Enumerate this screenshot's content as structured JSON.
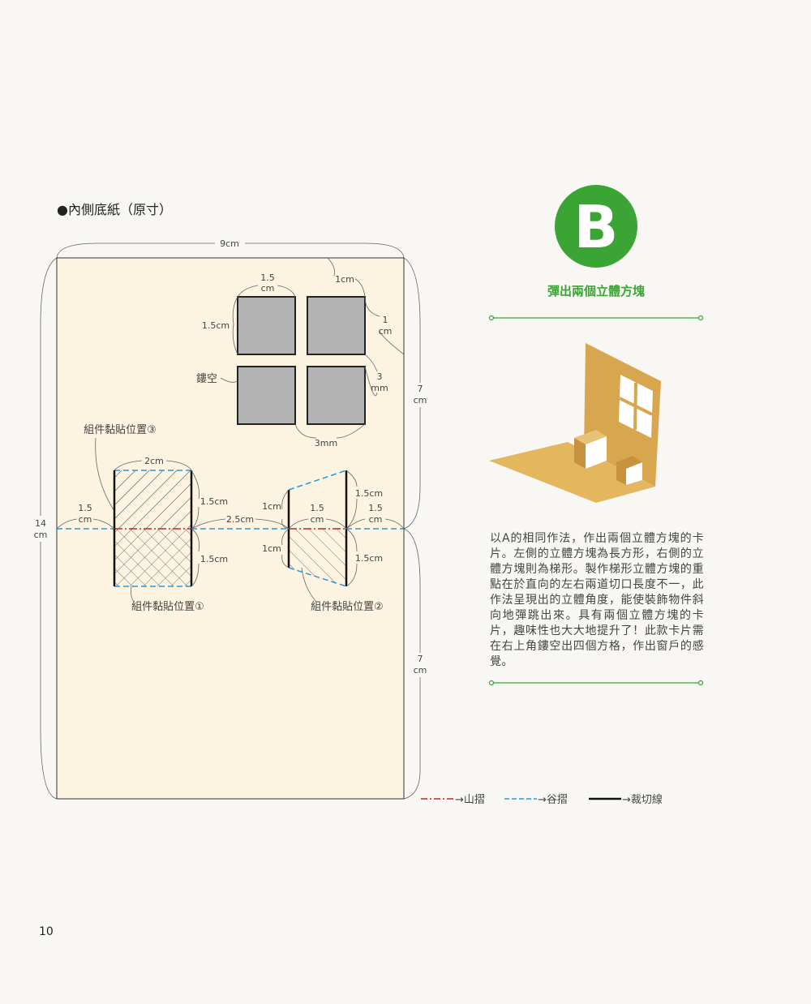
{
  "section_title": "●內側底紙（原寸）",
  "badge": {
    "letter": "B",
    "color": "#3aa535"
  },
  "subtitle": "彈出兩個立體方塊",
  "description": "以A的相同作法，作出兩個立體方塊的卡片。左側的立體方塊為長方形，右側的立體方塊則為梯形。製作梯形立體方塊的重點在於直向的左右兩道切口長度不一，此作法呈現出的立體角度，能使裝飾物件斜向地彈跳出來。具有兩個立體方塊的卡片，趣味性也大大地提升了！此款卡片需在右上角鏤空出四個方格，作出窗戶的感覺。",
  "page_number": "10",
  "diagram": {
    "width": "9cm",
    "height_n": "14",
    "height_u": "cm",
    "half_top_n": "7",
    "half_top_u": "cm",
    "half_bot_n": "7",
    "half_bot_u": "cm",
    "win_gap_n": "1.5",
    "win_gap_u": "cm",
    "win_top": "1cm",
    "win_right_n": "1",
    "win_right_u": "cm",
    "win_size": "1.5cm",
    "win_mid_n": "3",
    "win_mid_u": "mm",
    "win_bottom": "3mm",
    "cutout": "鏤空",
    "pos3": "組件黏貼位置③",
    "pos1": "組件黏貼位置①",
    "pos2": "組件黏貼位置②",
    "r1_width": "2cm",
    "r1_left_n": "1.5",
    "r1_left_u": "cm",
    "r1_up": "1.5cm",
    "r1_down": "1.5cm",
    "gap": "2.5cm",
    "t_left_up": "1cm",
    "t_left_down": "1cm",
    "t_w_n": "1.5",
    "t_w_u": "cm",
    "t_right_up": "1.5cm",
    "t_right_down": "1.5cm",
    "t_edge_n": "1.5",
    "t_edge_u": "cm"
  },
  "legend": [
    {
      "label": "→山摺",
      "color": "#c0282d"
    },
    {
      "label": "→谷摺",
      "color": "#2a9ad6"
    },
    {
      "label": "→裁切線",
      "color": "#111111"
    }
  ]
}
